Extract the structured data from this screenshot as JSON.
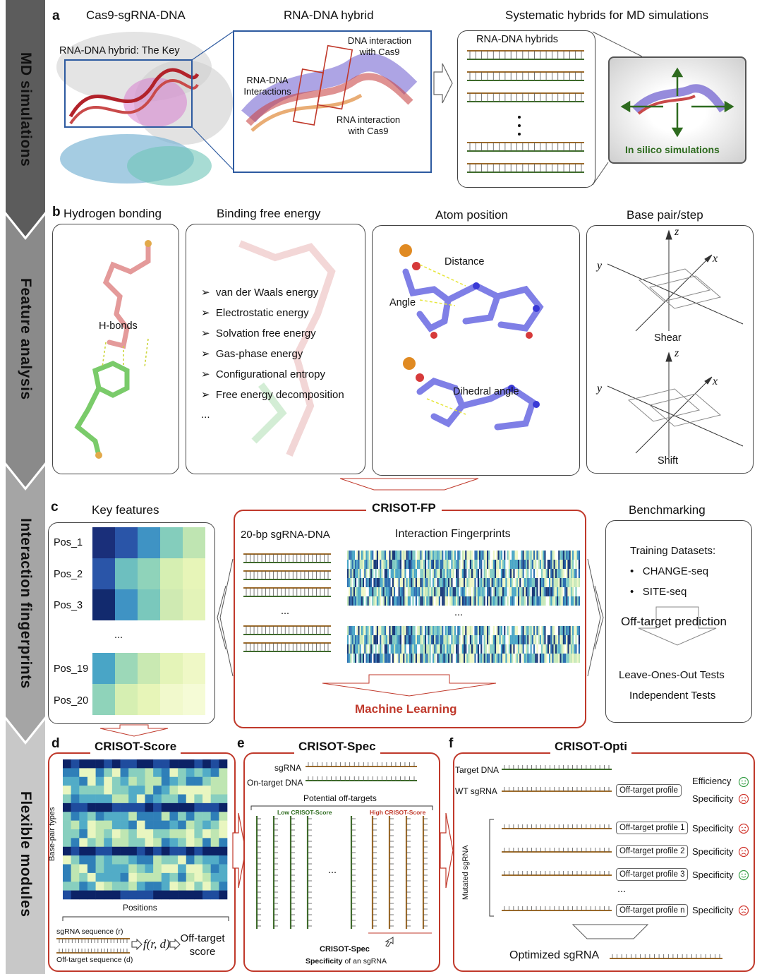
{
  "sidebar": {
    "sections": [
      "MD simulations",
      "Feature analysis",
      "Interaction fingerprints",
      "Flexible modules"
    ]
  },
  "panel_a": {
    "letter": "a",
    "title1": "Cas9-sgRNA-DNA",
    "title2": "RNA-DNA hybrid",
    "title3": "Systematic hybrids for MD simulations",
    "key_label": "RNA-DNA hybrid: The Key",
    "zoom_label1": "DNA interaction with Cas9",
    "zoom_label2": "RNA-DNA Interactions",
    "zoom_label3": "RNA interaction with Cas9",
    "hybrids_label": "RNA-DNA hybrids",
    "sim_label": "In silico simulations"
  },
  "panel_b": {
    "letter": "b",
    "title1": "Hydrogen bonding",
    "title2": "Binding free energy",
    "title3": "Atom position",
    "title4": "Base pair/step",
    "hbonds": "H-bonds",
    "energy_items": [
      "van der Waals energy",
      "Electrostatic energy",
      "Solvation free energy",
      "Gas-phase energy",
      "Configurational entropy",
      "Free energy decomposition"
    ],
    "ellipsis": "...",
    "distance": "Distance",
    "angle": "Angle",
    "dihedral": "Dihedral angle",
    "shear": "Shear",
    "shift": "Shift",
    "axis_x": "x",
    "axis_y": "y",
    "axis_z": "z"
  },
  "panel_c": {
    "letter": "c",
    "key_title": "Key features",
    "positions": [
      "Pos_1",
      "Pos_2",
      "Pos_3",
      "Pos_19",
      "Pos_20"
    ],
    "dots": "...",
    "fp_title": "CRISOT-FP",
    "sgrna_label": "20-bp sgRNA-DNA",
    "fp_label": "Interaction Fingerprints",
    "ml_label": "Machine Learning",
    "bench_title": "Benchmarking",
    "training": "Training Datasets:",
    "datasets": [
      "CHANGE-seq",
      "SITE-seq"
    ],
    "offtarget": "Off-target prediction",
    "tests": [
      "Leave-Ones-Out Tests",
      "Independent Tests"
    ]
  },
  "panel_d": {
    "letter": "d",
    "title": "CRISOT-Score",
    "ylabel": "Base-pair types",
    "xlabel": "Positions",
    "sgrna_seq": "sgRNA sequence (r)",
    "offtarget_seq": "Off-target sequence (d)",
    "func": "f(r, d)",
    "score": "Off-target score"
  },
  "panel_e": {
    "letter": "e",
    "title": "CRISOT-Spec",
    "sgrna": "sgRNA",
    "ontarget": "On-target DNA",
    "potential": "Potential off-targets",
    "low": "Low CRISOT-Score",
    "high": "High CRISOT-Score",
    "dots": "...",
    "footer1": "CRISOT-Spec",
    "footer2a": "Specificity",
    "footer2b": " of an sgRNA"
  },
  "panel_f": {
    "letter": "f",
    "title": "CRISOT-Opti",
    "target_dna": "Target DNA",
    "wt_sgrna": "WT sgRNA",
    "offtarget_profile": "Off-target profile",
    "efficiency": "Efficiency",
    "specificity": "Specificity",
    "mutated": "Mutated sgRNA",
    "profiles": [
      "Off-target profile 1",
      "Off-target profile 2",
      "Off-target profile 3",
      "Off-target profile n"
    ],
    "dots": "...",
    "optimized": "Optimized sgRNA"
  },
  "colors": {
    "accent_red": "#c0392b",
    "dna_green": "#3d6b2a",
    "rna_brown": "#9b6a2a"
  }
}
